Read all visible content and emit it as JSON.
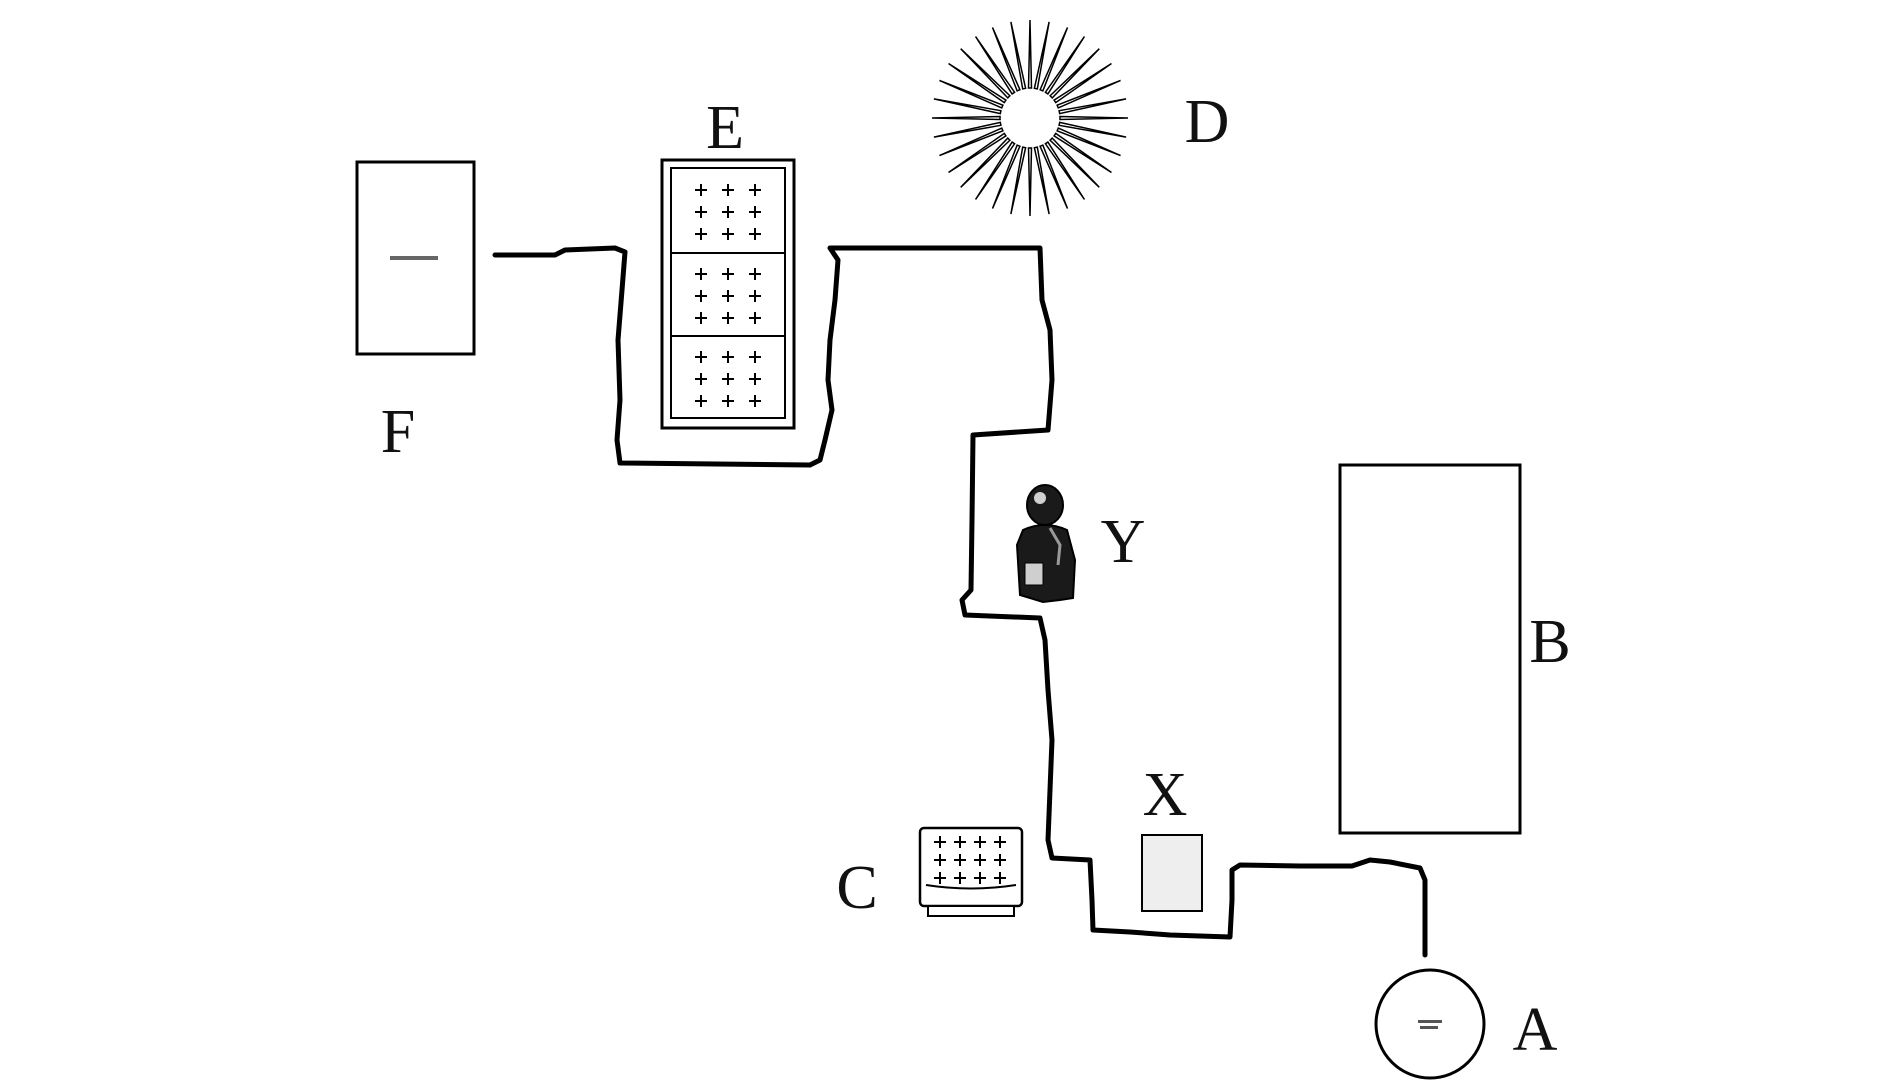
{
  "diagram": {
    "labels": {
      "A": "A",
      "B": "B",
      "C": "C",
      "D": "D",
      "E": "E",
      "F": "F",
      "X": "X",
      "Y": "Y"
    },
    "icons": {
      "A": "round-meter-icon",
      "B": "large-rectangle-box",
      "C": "small-solar-panel-icon",
      "D": "sun-icon",
      "E": "solar-panel-array-icon",
      "F": "rectangular-device-box",
      "X": "small-grey-box",
      "Y": "person-icon"
    },
    "colors": {
      "line": "#000000",
      "x_fill": "#eeeeee",
      "person": "#1a1a1a"
    }
  }
}
